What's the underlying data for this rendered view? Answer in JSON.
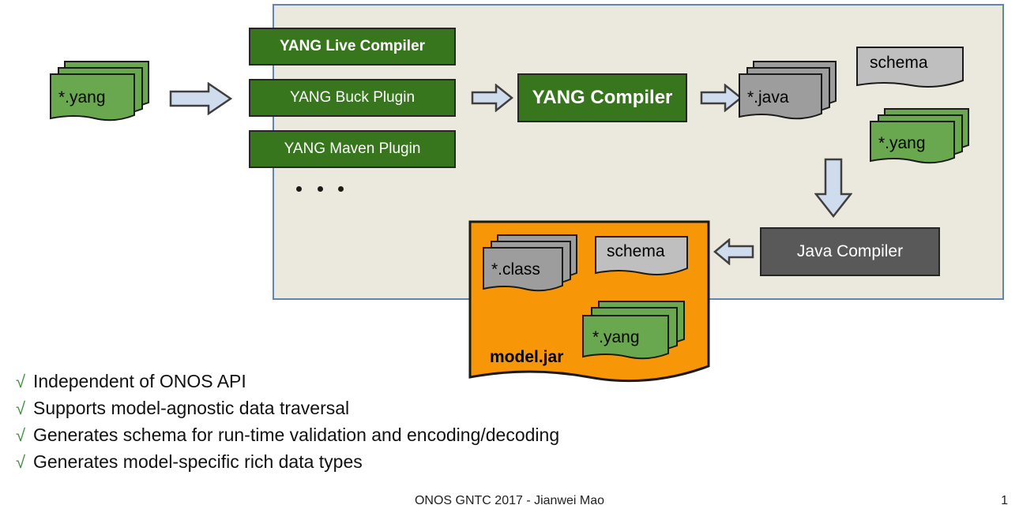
{
  "slide": {
    "footer_note": "ONOS GNTC 2017 - Jianwei Mao",
    "page_number": "1"
  },
  "colors": {
    "panel_fill": "#ebe8dd",
    "panel_border": "#6184b4",
    "green_box": "#38761d",
    "gray_box": "#595959",
    "green_doc": "#6aa84f",
    "gray_doc": "#9d9d9d",
    "light_gray_doc": "#bfbfbf",
    "orange_jar": "#f79708",
    "arrow_fill": "#cfdcee",
    "check_green": "#3f8f3f"
  },
  "diagram": {
    "input": {
      "label": "*.yang",
      "type": "document-stack-green"
    },
    "plugins": [
      {
        "label": "YANG Live Compiler",
        "emphasis": "bold"
      },
      {
        "label": "YANG Buck Plugin",
        "emphasis": "regular"
      },
      {
        "label": "YANG Maven Plugin",
        "emphasis": "regular"
      }
    ],
    "ellipsis": "...",
    "compiler": {
      "label": "YANG Compiler"
    },
    "outputs": [
      {
        "label": "*.java",
        "type": "document-stack-gray"
      },
      {
        "label": "schema",
        "type": "document-light-gray"
      },
      {
        "label": "*.yang",
        "type": "document-stack-green"
      }
    ],
    "java_compiler": {
      "label": "Java Compiler"
    },
    "jar": {
      "label": "model.jar",
      "contents": [
        {
          "label": "*.class",
          "type": "document-stack-gray"
        },
        {
          "label": "schema",
          "type": "document-light-gray"
        },
        {
          "label": "*.yang",
          "type": "document-stack-green"
        }
      ]
    },
    "arrows": [
      {
        "name": "yang-to-plugins",
        "direction": "right"
      },
      {
        "name": "plugins-to-compiler",
        "direction": "right"
      },
      {
        "name": "compiler-to-outputs",
        "direction": "right"
      },
      {
        "name": "outputs-to-javac",
        "direction": "down"
      },
      {
        "name": "javac-to-jar",
        "direction": "left"
      }
    ]
  },
  "bullets": [
    {
      "check": "√",
      "text": "Independent of ONOS API"
    },
    {
      "check": "√",
      "text": "Supports model-agnostic data traversal"
    },
    {
      "check": "√",
      "text": "Generates schema for run-time validation and encoding/decoding"
    },
    {
      "check": "√",
      "text": "Generates model-specific rich data types"
    }
  ]
}
